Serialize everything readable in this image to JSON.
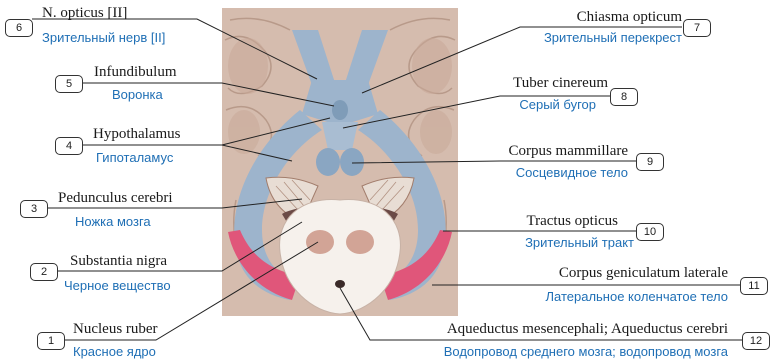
{
  "labels": {
    "l1": {
      "number": "1",
      "latin": "Nucleus ruber",
      "russian": "Красное ядро"
    },
    "l2": {
      "number": "2",
      "latin": "Substantia nigra",
      "russian": "Черное вещество"
    },
    "l3": {
      "number": "3",
      "latin": "Pedunculus cerebri",
      "russian": "Ножка мозга"
    },
    "l4": {
      "number": "4",
      "latin": "Hypothalamus",
      "russian": "Гипоталамус"
    },
    "l5": {
      "number": "5",
      "latin": "Infundibulum",
      "russian": "Воронка"
    },
    "l6": {
      "number": "6",
      "latin": "N. opticus [II]",
      "russian": "Зрительный нерв [II]"
    },
    "l7": {
      "number": "7",
      "latin": "Chiasma opticum",
      "russian": "Зрительный перекрест"
    },
    "l8": {
      "number": "8",
      "latin": "Tuber cinereum",
      "russian": "Серый бугор"
    },
    "l9": {
      "number": "9",
      "latin": "Corpus mammillare",
      "russian": "Сосцевидное тело"
    },
    "l10": {
      "number": "10",
      "latin": "Tractus opticus",
      "russian": "Зрительный тракт"
    },
    "l11": {
      "number": "11",
      "latin": "Corpus geniculatum laterale",
      "russian": "Латеральное коленчатое тело"
    },
    "l12": {
      "number": "12",
      "latin": "Aqueductus mesencephali; Aqueductus cerebri",
      "russian": "Водопровод среднего мозга; водопровод мозга"
    }
  },
  "colors": {
    "optic": "#9db4cc",
    "brain_tissue": "#d7bfb0",
    "geniculate": "#e0567a",
    "latin_text": "#1a1a1a",
    "russian_text": "#1f6fb5"
  }
}
